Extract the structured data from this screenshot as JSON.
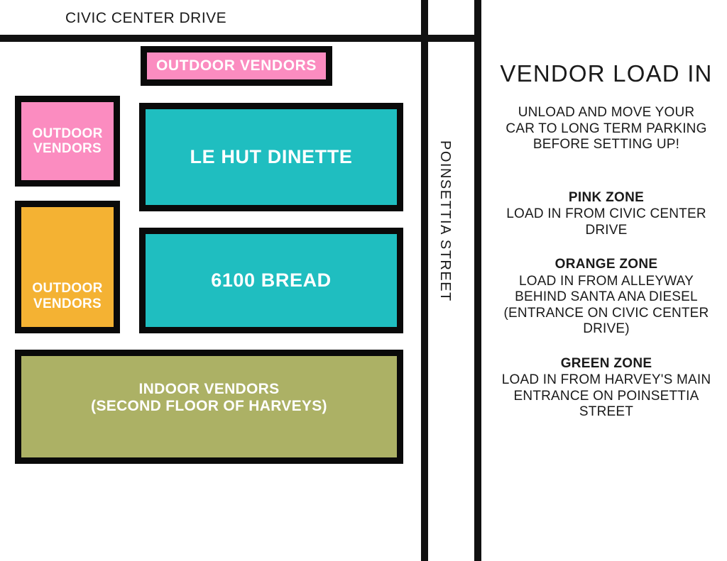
{
  "poster": {
    "background": "#ffffff",
    "road_color": "#111111"
  },
  "map": {
    "streets": [
      {
        "name": "civic-center-drive",
        "label": "CIVIC CENTER DRIVE",
        "orientation": "horizontal"
      },
      {
        "name": "poinsettia-street",
        "label": "POINSETTIA STREET",
        "orientation": "vertical"
      }
    ],
    "parcels": [
      {
        "id": "outdoor-vendors-top",
        "label": "OUTDOOR VENDORS",
        "zone": "pink",
        "fill": "#fb8cc0",
        "border": "#0a0a0a",
        "text_color": "#ffffff"
      },
      {
        "id": "outdoor-vendors-pink",
        "label": "OUTDOOR\nVENDORS",
        "zone": "pink",
        "fill": "#fb8cc0",
        "border": "#0a0a0a",
        "text_color": "#ffffff"
      },
      {
        "id": "outdoor-vendors-orange",
        "label": "OUTDOOR\nVENDORS",
        "zone": "orange",
        "fill": "#f4b233",
        "border": "#0a0a0a",
        "text_color": "#ffffff"
      },
      {
        "id": "le-hut-dinette",
        "label": "LE HUT DINETTE",
        "zone": "teal",
        "fill": "#1fbec0",
        "border": "#0a0a0a",
        "text_color": "#ffffff"
      },
      {
        "id": "6100-bread",
        "label": "6100 BREAD",
        "zone": "teal",
        "fill": "#1fbec0",
        "border": "#0a0a0a",
        "text_color": "#ffffff"
      },
      {
        "id": "indoor-vendors",
        "label": "INDOOR VENDORS\n(SECOND FLOOR OF HARVEYS)",
        "zone": "green",
        "fill": "#acb165",
        "border": "#0a0a0a",
        "text_color": "#ffffff"
      }
    ]
  },
  "panel": {
    "title": "VENDOR LOAD IN",
    "intro": "UNLOAD AND MOVE YOUR\nCAR TO LONG TERM PARKING\nBEFORE SETTING UP!",
    "zones": [
      {
        "name": "pink",
        "title": "PINK ZONE",
        "body": "LOAD IN FROM CIVIC CENTER\nDRIVE"
      },
      {
        "name": "orange",
        "title": "ORANGE ZONE",
        "body": "LOAD IN FROM ALLEYWAY\nBEHIND SANTA ANA DIESEL\n(ENTRANCE ON CIVIC CENTER\nDRIVE)"
      },
      {
        "name": "green",
        "title": "GREEN ZONE",
        "body": "LOAD IN FROM HARVEY'S MAIN\nENTRANCE ON POINSETTIA\nSTREET"
      }
    ]
  }
}
